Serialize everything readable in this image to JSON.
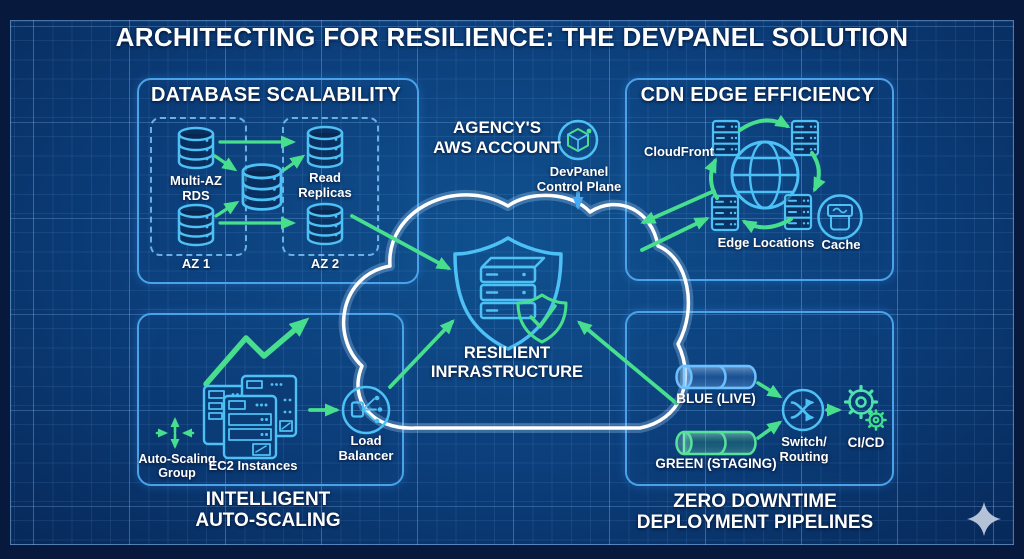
{
  "title": "ARCHITECTING FOR RESILIENCE: THE DEVPANEL SOLUTION",
  "colors": {
    "background": "#0a3a74",
    "border": "#071a3d",
    "panel-border": "#4aa3e8",
    "cyan": "#4dc1f5",
    "green": "#47de8e",
    "blue-arrow": "#47a8f0",
    "white": "#ffffff"
  },
  "center": {
    "aws_account_label": "AGENCY'S\nAWS ACCOUNT",
    "devpanel_label": "DevPanel\nControl Plane",
    "resilient_label": "RESILIENT\nINFRASTRUCTURE"
  },
  "panels": {
    "database": {
      "title": "DATABASE SCALABILITY",
      "multi_az": "Multi-AZ\nRDS",
      "read_replicas": "Read\nReplicas",
      "az1": "AZ 1",
      "az2": "AZ 2"
    },
    "cdn": {
      "title": "CDN EDGE EFFICIENCY",
      "cloudfront": "CloudFront",
      "edge_locations": "Edge Locations",
      "cache": "Cache"
    },
    "autoscaling": {
      "caption": "INTELLIGENT\nAUTO-SCALING",
      "asg": "Auto-Scaling\nGroup",
      "ec2": "EC2 Instances",
      "lb": "Load\nBalancer"
    },
    "deployment": {
      "caption": "ZERO DOWNTIME\nDEPLOYMENT PIPELINES",
      "blue_pipe": "BLUE (LIVE)",
      "green_pipe": "GREEN (STAGING)",
      "switch": "Switch/\nRouting",
      "cicd": "CI/CD"
    }
  },
  "icons": {
    "devpanel-logo-icon": "hex-cube-with-dot",
    "database-icon": "cylinder-stack",
    "globe-icon": "wireframe-globe",
    "edge-server-icon": "server-rack",
    "cache-icon": "archive-box",
    "shield-icon": "shield-outline",
    "shield-check-icon": "shield-with-checkmark",
    "server-stack-icon": "3d-server-rack",
    "growth-arrow-icon": "zigzag-up-arrow",
    "autoscaling-icon": "expand-arrows",
    "ec2-instances-icon": "stacked-instance-cards",
    "load-balancer-icon": "node-fanout",
    "pipeline-icon": "horizontal-pipe",
    "switch-routing-icon": "crossed-arrows",
    "cicd-icon": "double-gears",
    "control-plane-arrow-icon": "down-arrow",
    "sparkle-icon": "four-point-star"
  }
}
